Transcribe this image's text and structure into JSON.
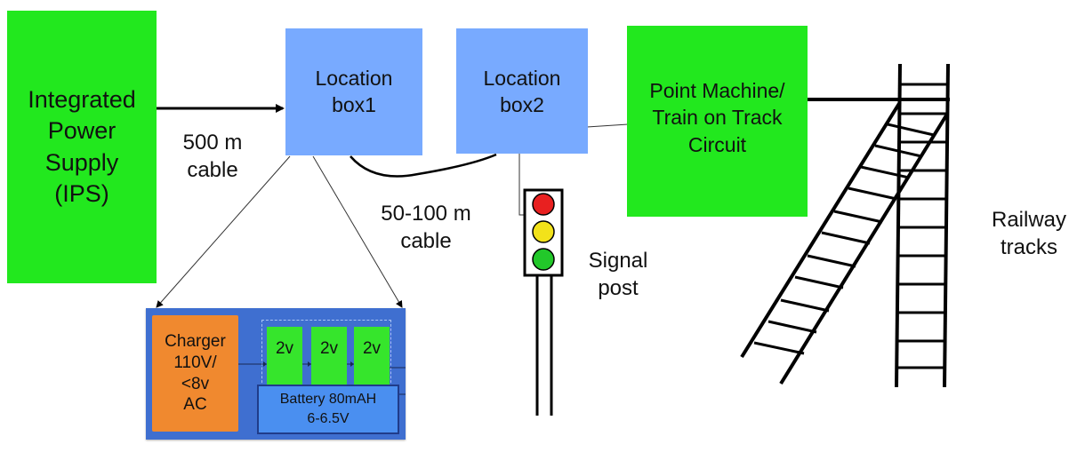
{
  "colors": {
    "ips_green": "#22e81e",
    "location_blue": "#78aaff",
    "battery_panel_blue": "#3f6fd0",
    "charger_orange": "#f0892f",
    "cell_green": "#36e52c",
    "battery_box_blue": "#4a8ff0",
    "signal_red": "#e82020",
    "signal_yellow": "#f2e21a",
    "signal_green": "#22c82a"
  },
  "ips": {
    "text": "Integrated\nPower\nSupply\n(IPS)"
  },
  "location_box1": {
    "text": "Location\nbox1"
  },
  "location_box2": {
    "text": "Location\nbox2"
  },
  "point_machine": {
    "text": "Point Machine/\nTrain on Track\nCircuit"
  },
  "cable_500": {
    "text": "500 m\ncable"
  },
  "cable_50_100": {
    "text": "50-100 m\ncable"
  },
  "signal_post": {
    "text": "Signal\npost",
    "icon": "traffic-light-icon"
  },
  "railway": {
    "text": "Railway\ntracks",
    "icon": "railway-track-icon"
  },
  "battery_panel": {
    "charger": "Charger\n110V/\n<8v\nAC",
    "cells": [
      "2v",
      "2v",
      "2v"
    ],
    "battery": "Battery  80mAH\n6-6.5V"
  }
}
